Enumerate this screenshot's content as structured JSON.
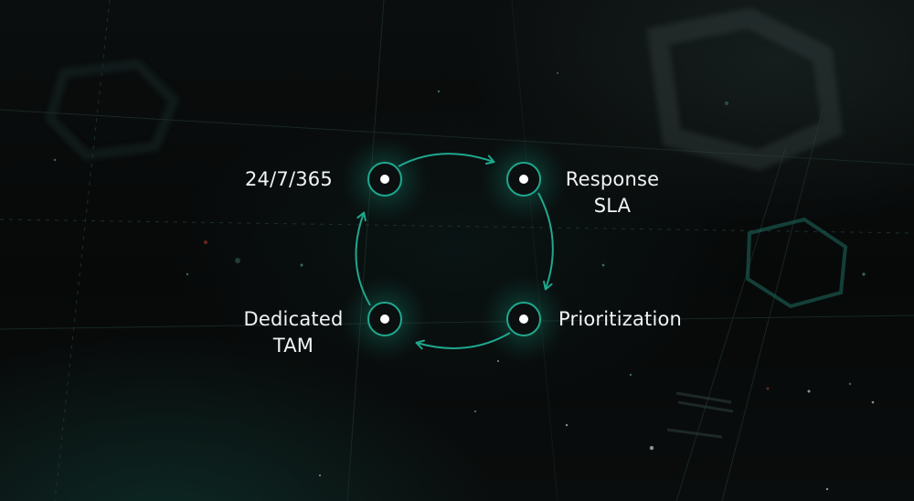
{
  "diagram": {
    "nodes": [
      {
        "id": "24-7-365",
        "label_lines": [
          "24/7/365"
        ]
      },
      {
        "id": "response-sla",
        "label_lines": [
          "Response",
          "SLA"
        ]
      },
      {
        "id": "prioritization",
        "label_lines": [
          "Prioritization"
        ]
      },
      {
        "id": "dedicated-tam",
        "label_lines": [
          "Dedicated",
          "TAM"
        ]
      }
    ],
    "flow": "clockwise cycle: 24/7/365 → Response SLA → Prioritization → Dedicated TAM → 24/7/365"
  },
  "colors": {
    "accent": "#1fa88e",
    "node_fill": "#0b0f0f",
    "node_dot": "#ffffff",
    "text": "#f2f4f4",
    "background": "#07090a"
  }
}
